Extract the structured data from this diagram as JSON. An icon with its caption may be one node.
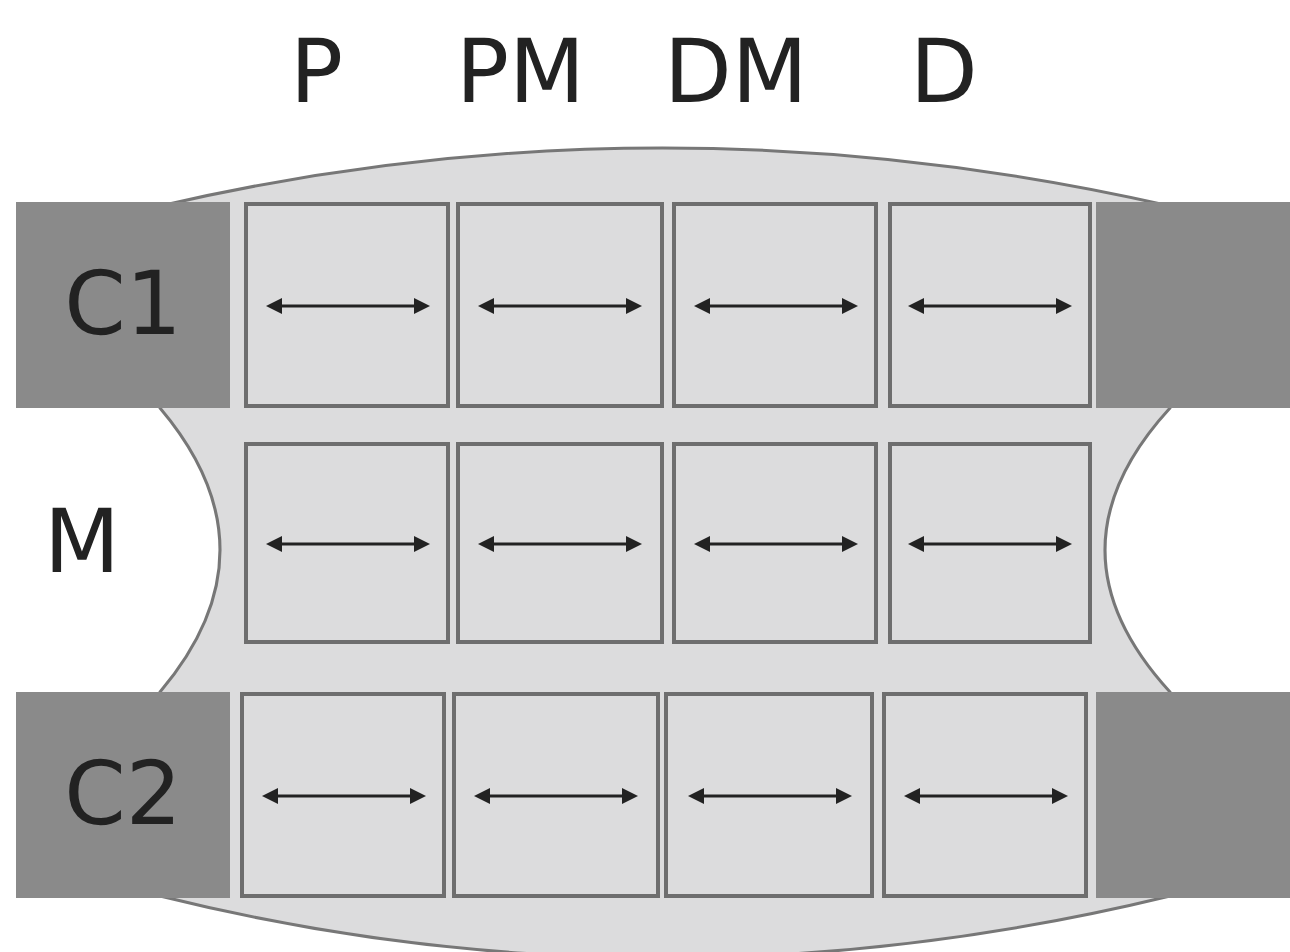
{
  "diagram": {
    "nodes": [
      {
        "text": [
          "C1"
        ]
      },
      {
        "text": [],
        "shape": "box"
      },
      {
        "text": [],
        "shape": "box"
      },
      {
        "text": [],
        "shape": "box"
      },
      {
        "text": [],
        "shape": "box"
      },
      {
        "text": [],
        "shape": "bar"
      },
      {
        "text": [],
        "shape": "box"
      },
      {
        "text": [],
        "shape": "box"
      },
      {
        "text": [],
        "shape": "box"
      },
      {
        "text": [],
        "shape": "box"
      },
      {
        "text": [
          "C2"
        ]
      },
      {
        "text": [],
        "shape": "box"
      },
      {
        "text": [],
        "shape": "box"
      },
      {
        "text": [],
        "shape": "box"
      },
      {
        "text": [],
        "shape": "box"
      },
      {
        "text": [],
        "shape": "bar"
      },
      {
        "text": [],
        "shape": "arrow",
        "in": 1
      },
      {
        "text": [],
        "shape": "arrow",
        "in": 2
      },
      {
        "text": [],
        "shape": "arrow",
        "in": 3
      },
      {
        "text": [],
        "shape": "arrow",
        "in": 4
      },
      {
        "text": [],
        "shape": "arrow",
        "in": 6
      },
      {
        "text": [],
        "shape": "arrow",
        "in": 7
      },
      {
        "text": [],
        "shape": "arrow",
        "in": 8
      },
      {
        "text": [],
        "shape": "arrow",
        "in": 9
      },
      {
        "text": [],
        "shape": "arrow",
        "in": 11
      },
      {
        "text": [],
        "shape": "arrow",
        "in": 12
      },
      {
        "text": [],
        "shape": "arrow",
        "in": 13
      },
      {
        "text": [],
        "shape": "arrow",
        "in": 14
      }
    ],
    "labels": [
      "P",
      "PM",
      "DM",
      "D",
      "M"
    ]
  }
}
